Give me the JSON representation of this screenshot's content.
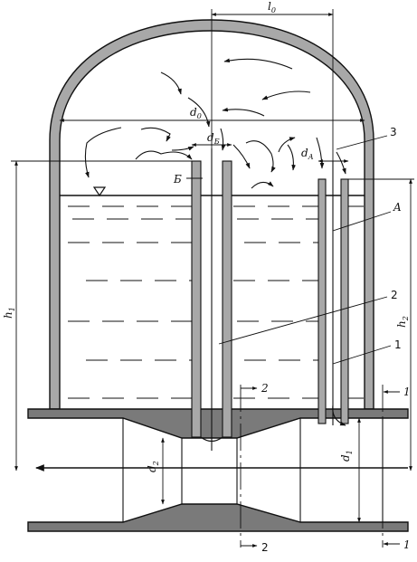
{
  "labels": {
    "l0": "l",
    "l0_sub": "0",
    "d0": "d",
    "d0_sub": "0",
    "dB": "d",
    "dB_sub": "Б",
    "dA": "d",
    "dA_sub": "A",
    "d1": "d",
    "d1_sub": "1",
    "d2": "d",
    "d2_sub": "2",
    "h1": "h",
    "h1_sub": "1",
    "h2": "h",
    "h2_sub": "2",
    "point_B": "Б",
    "point_A": "A",
    "callout_1": "1",
    "callout_2": "2",
    "callout_3": "3",
    "section_1_top": "1",
    "section_1_bottom": "1",
    "section_2_top": "2",
    "section_2_bottom": "2"
  },
  "colors": {
    "ink": "#111111",
    "fill_dark": "#7a7a7a",
    "fill_wall": "#a8a8a8",
    "background": "#ffffff"
  }
}
